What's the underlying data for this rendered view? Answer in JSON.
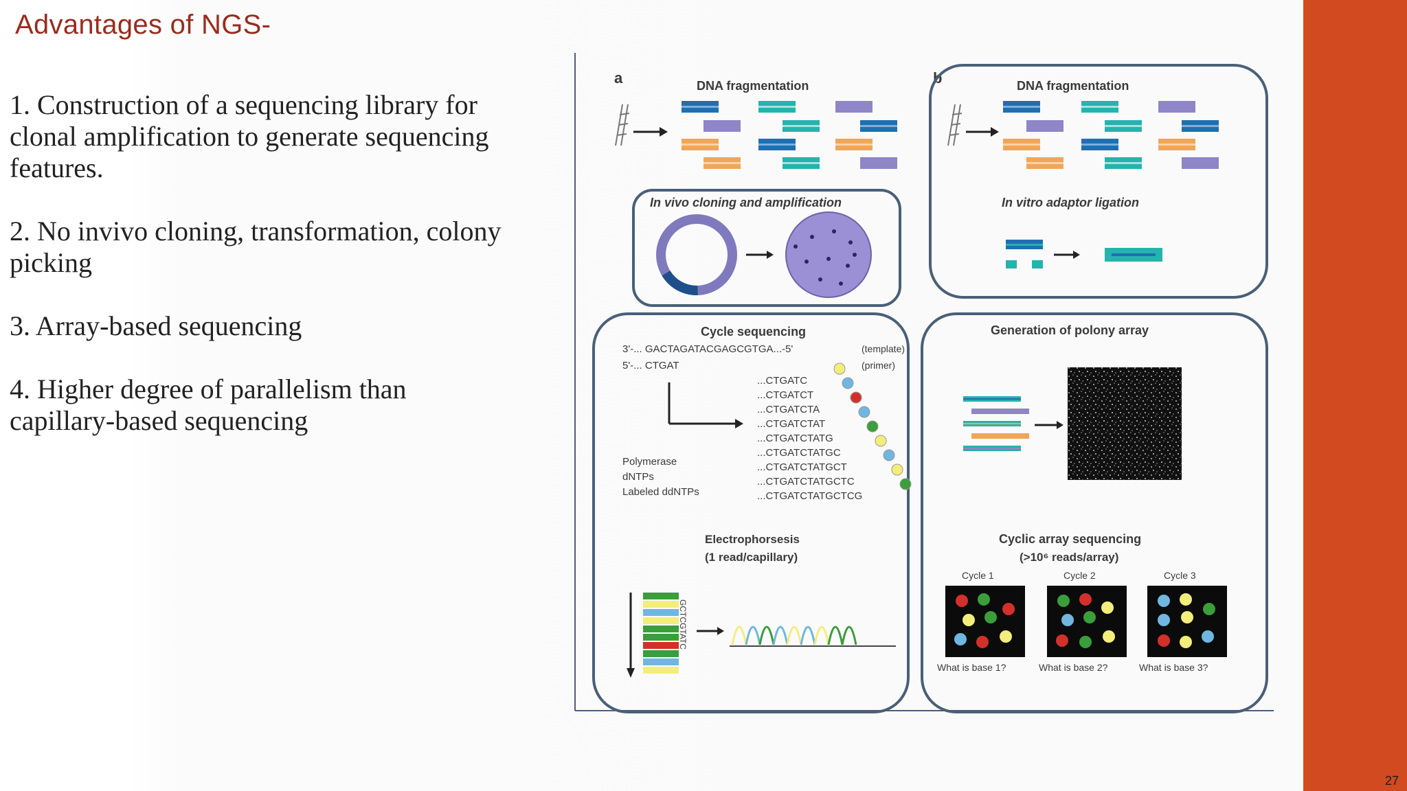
{
  "slide": {
    "title": "Advantages of NGS-",
    "page_number": "27",
    "points": [
      "1. Construction of a sequencing library for\nclonal amplification to generate sequencing\nfeatures.",
      "2. No invivo cloning, transformation, colony\npicking",
      "3. Array-based sequencing",
      "4. Higher degree of parallelism than\ncapillary-based sequencing"
    ]
  },
  "figure": {
    "panel_a_label": "a",
    "panel_b_label": "b",
    "a_fragmentation": "DNA fragmentation",
    "b_fragmentation": "DNA fragmentation",
    "a_cloning": "In vivo cloning and amplification",
    "b_ligation": "In vitro adaptor ligation",
    "cycle_title": "Cycle sequencing",
    "template_seq": "3'-... GACTAGATACGAGCGTGA...-5'",
    "template_label": "(template)",
    "primer_seq": "5'-... CTGAT",
    "primer_label": "(primer)",
    "extensions": [
      "...CTGATC",
      "...CTGATCT",
      "...CTGATCTA",
      "...CTGATCTAT",
      "...CTGATCTATG",
      "...CTGATCTATGC",
      "...CTGATCTATGCT",
      "...CTGATCTATGCTC",
      "...CTGATCTATGCTCG"
    ],
    "reagents": [
      "Polymerase",
      "dNTPs",
      "Labeled ddNTPs"
    ],
    "electro_title": "Electrophorsesis",
    "electro_sub": "(1 read/capillary)",
    "gel_letters": "GCTCGTATC",
    "polony_title": "Generation of polony array",
    "cyclic_title": "Cyclic array sequencing",
    "cyclic_sub": "(>10⁶ reads/array)",
    "cycles": [
      "Cycle 1",
      "Cycle 2",
      "Cycle 3"
    ],
    "questions": [
      "What is base 1?",
      "What is base 2?",
      "What is base 3?"
    ],
    "colors": {
      "panel_border": "#4a5f78",
      "frag_blue": "#1f6fb2",
      "frag_teal": "#25b3ad",
      "frag_purple": "#8e86c6",
      "frag_orange": "#f0a65a",
      "plasmid": "#7f79bd"
    }
  }
}
